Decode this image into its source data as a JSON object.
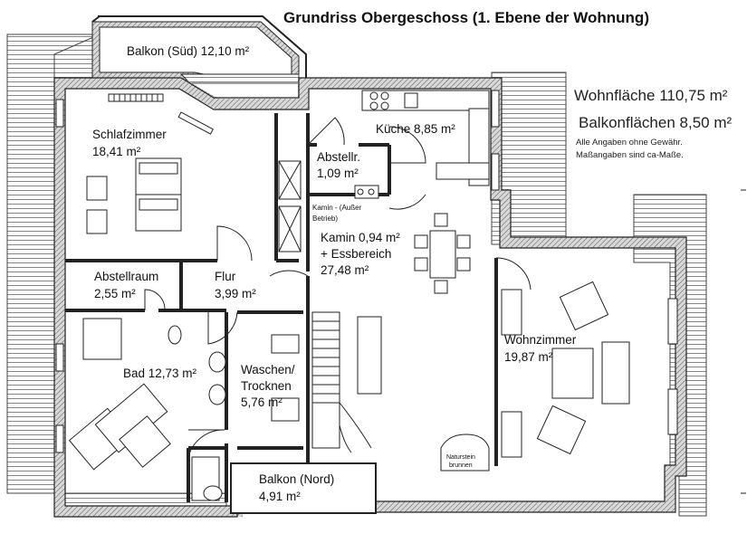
{
  "title": "Grundriss Obergeschoss (1. Ebene der Wohnung)",
  "info": {
    "wohnflaeche": "Wohnfläche 110,75 m²",
    "balkonflaechen": "Balkonflächen 8,50 m²",
    "disclaimer_1": "Alle Angaben ohne Gewähr.",
    "disclaimer_2": "Maßangaben sind ca-Maße."
  },
  "rooms": {
    "balkon_sued": "Balkon (Süd) 12,10 m²",
    "schlafzimmer": {
      "name": "Schlafzimmer",
      "area": "18,41 m²"
    },
    "kueche": "Küche 8,85 m²",
    "abstellr": {
      "name": "Abstellr.",
      "area": "1,09 m²"
    },
    "kamin_aussen": {
      "line1": "Kamin - (Außer",
      "line2": "Betrieb)"
    },
    "kamin_ess": {
      "line1": "Kamin 0,94 m²",
      "line2": "+ Essbereich",
      "line3": "27,48 m²"
    },
    "abstellraum": {
      "name": "Abstellraum",
      "area": "2,55 m²"
    },
    "flur": {
      "name": "Flur",
      "area": "3,99 m²"
    },
    "bad": "Bad 12,73 m²",
    "waschen": {
      "line1": "Waschen/",
      "line2": "Trocknen",
      "line3": "5,76 m²"
    },
    "wohnzimmer": {
      "name": "Wohnzimmer",
      "area": "19,87 m²"
    },
    "balkon_nord": {
      "name": "Balkon (Nord)",
      "area": "4,91 m²"
    },
    "naturstein": {
      "line1": "Naturstein",
      "line2": "brunnen"
    }
  }
}
